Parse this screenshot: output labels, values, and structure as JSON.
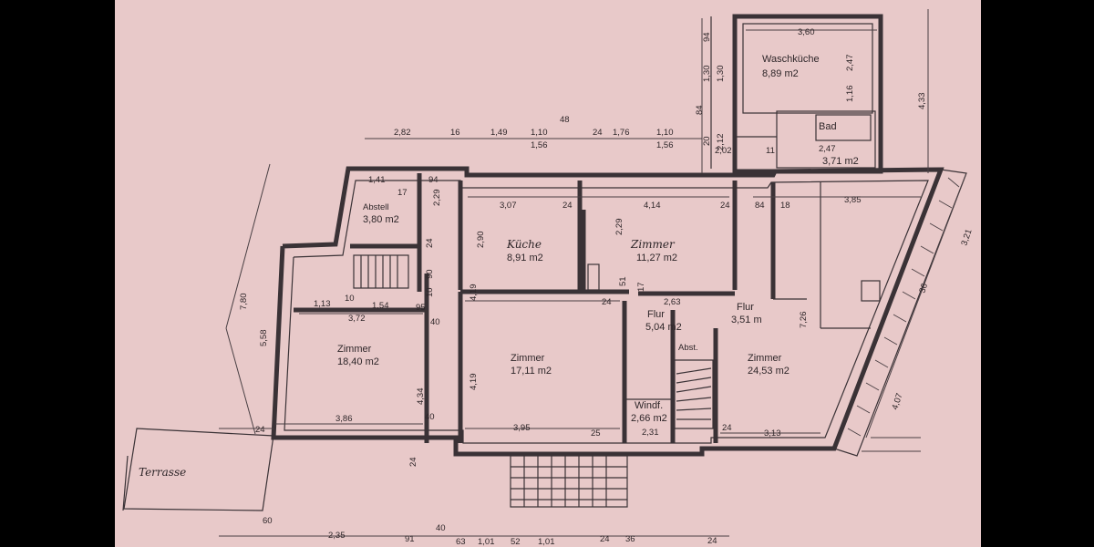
{
  "rooms": [
    {
      "id": "waschkueche",
      "name": "Waschküche",
      "area": "8,89 m2"
    },
    {
      "id": "bad",
      "name": "Bad",
      "area": "3,71 m2"
    },
    {
      "id": "abstell",
      "name": "Abstell",
      "area": "3,80 m2"
    },
    {
      "id": "kueche",
      "name": "Küche",
      "area": "8,91 m2"
    },
    {
      "id": "zimmer_nord",
      "name": "Zimmer",
      "area": "11,27 m2"
    },
    {
      "id": "zimmer_west",
      "name": "Zimmer",
      "area": "18,40 m2"
    },
    {
      "id": "zimmer_mitte",
      "name": "Zimmer",
      "area": "17,11 m2"
    },
    {
      "id": "flur_a",
      "name": "Flur",
      "area": "5,04 m2"
    },
    {
      "id": "flur_b",
      "name": "Flur",
      "area": "3,51 m"
    },
    {
      "id": "zimmer_ost",
      "name": "Zimmer",
      "area": "24,53 m2"
    },
    {
      "id": "windf",
      "name": "Windf.",
      "area": "2,66 m2"
    }
  ],
  "labels": {
    "abst": "Abst.",
    "terrasse": "Terrasse"
  },
  "dimensions": [
    "3,60",
    "2,47",
    "1,30",
    "1,30",
    "94",
    "4,33",
    "1,16",
    "2,47",
    "11",
    "2,82",
    "16",
    "1,49",
    "1,10",
    "1,56",
    "48",
    "24",
    "1,76",
    "1,10",
    "1,56",
    "84",
    "2,12",
    "2,02",
    "20",
    "1,41",
    "17",
    "94",
    "2,29",
    "3,07",
    "24",
    "4,14",
    "24",
    "84",
    "18",
    "3,85",
    "2,90",
    "2,29",
    "7,80",
    "5,58",
    "1,13",
    "10",
    "1,54",
    "95",
    "3,72",
    "90",
    "10",
    "24",
    "40",
    "4,19",
    "24",
    "51",
    "17",
    "2,63",
    "7,26",
    "3,86",
    "4,34",
    "40",
    "3,95",
    "25",
    "4,19",
    "2,31",
    "24",
    "3,13",
    "4,07",
    "3,21",
    "36",
    "24",
    "24",
    "60",
    "2,35",
    "91",
    "40",
    "63",
    "1,01",
    "52",
    "1,01",
    "24",
    "36",
    "24"
  ]
}
